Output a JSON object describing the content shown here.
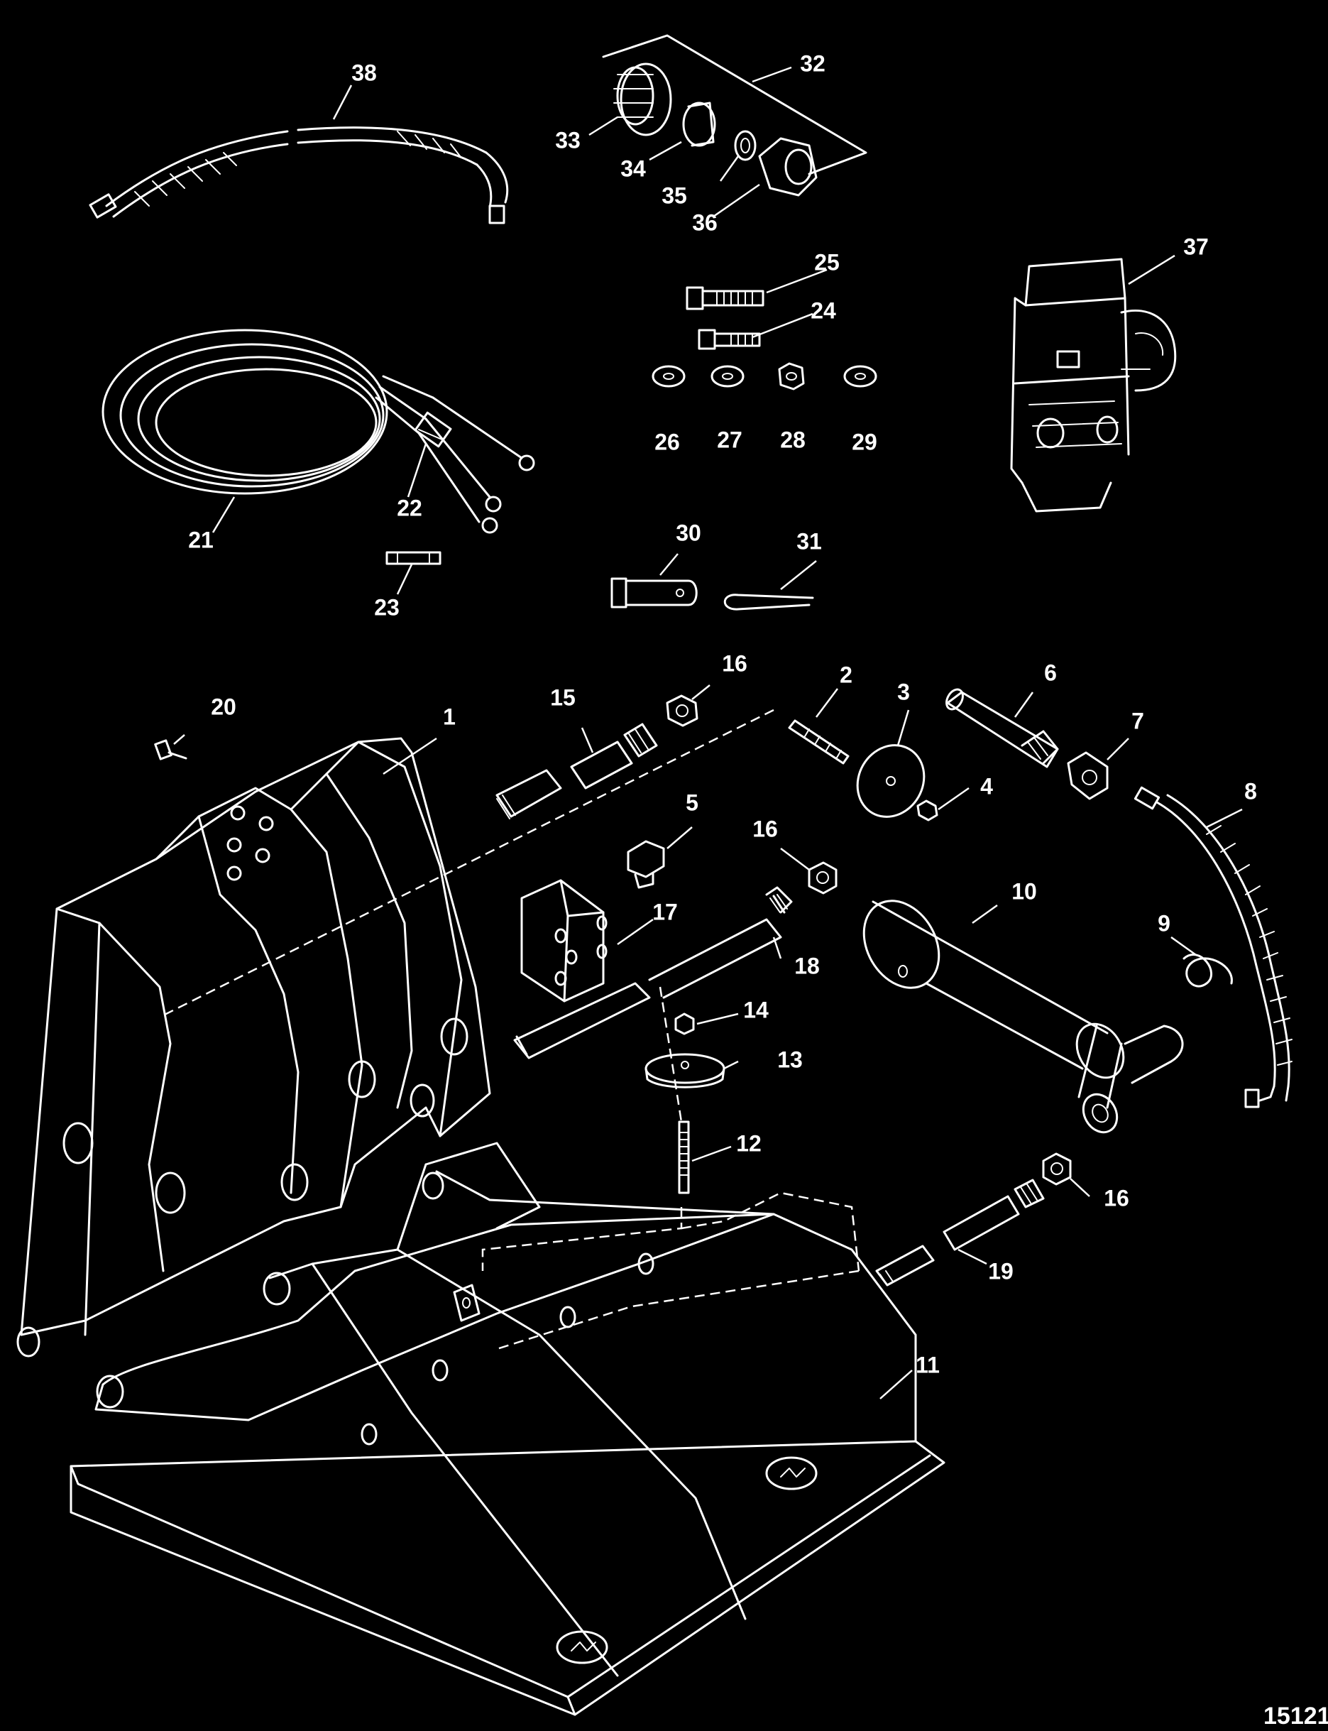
{
  "figure_number": "15121",
  "callouts": [
    {
      "id": "c1",
      "text": "1"
    },
    {
      "id": "c2",
      "text": "2"
    },
    {
      "id": "c3",
      "text": "3"
    },
    {
      "id": "c4",
      "text": "4"
    },
    {
      "id": "c5",
      "text": "5"
    },
    {
      "id": "c6",
      "text": "6"
    },
    {
      "id": "c7",
      "text": "7"
    },
    {
      "id": "c8",
      "text": "8"
    },
    {
      "id": "c9",
      "text": "9"
    },
    {
      "id": "c10",
      "text": "10"
    },
    {
      "id": "c11",
      "text": "11"
    },
    {
      "id": "c12",
      "text": "12"
    },
    {
      "id": "c13",
      "text": "13"
    },
    {
      "id": "c14",
      "text": "14"
    },
    {
      "id": "c15",
      "text": "15"
    },
    {
      "id": "c16a",
      "text": "16"
    },
    {
      "id": "c16b",
      "text": "16"
    },
    {
      "id": "c16c",
      "text": "16"
    },
    {
      "id": "c17",
      "text": "17"
    },
    {
      "id": "c18",
      "text": "18"
    },
    {
      "id": "c19",
      "text": "19"
    },
    {
      "id": "c20",
      "text": "20"
    },
    {
      "id": "c21",
      "text": "21"
    },
    {
      "id": "c22",
      "text": "22"
    },
    {
      "id": "c23",
      "text": "23"
    },
    {
      "id": "c24",
      "text": "24"
    },
    {
      "id": "c25",
      "text": "25"
    },
    {
      "id": "c26",
      "text": "26"
    },
    {
      "id": "c27",
      "text": "27"
    },
    {
      "id": "c28",
      "text": "28"
    },
    {
      "id": "c29",
      "text": "29"
    },
    {
      "id": "c30",
      "text": "30"
    },
    {
      "id": "c31",
      "text": "31"
    },
    {
      "id": "c32",
      "text": "32"
    },
    {
      "id": "c33",
      "text": "33"
    },
    {
      "id": "c34",
      "text": "34"
    },
    {
      "id": "c35",
      "text": "35"
    },
    {
      "id": "c36",
      "text": "36"
    },
    {
      "id": "c37",
      "text": "37"
    },
    {
      "id": "c38",
      "text": "38"
    }
  ]
}
